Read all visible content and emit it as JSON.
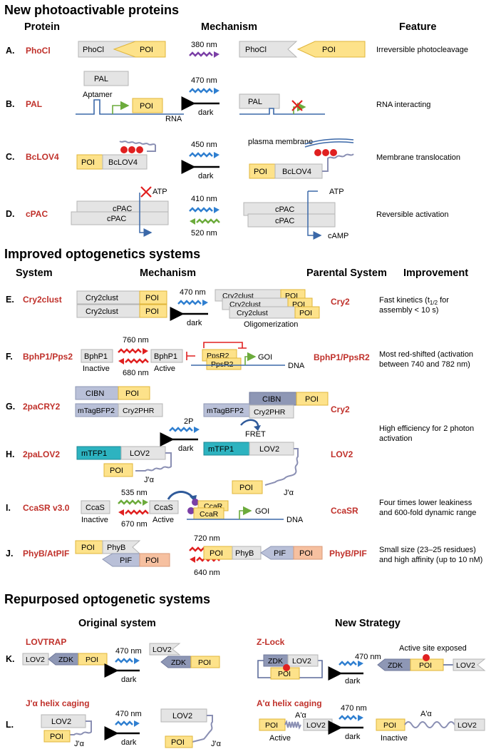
{
  "sections": {
    "new": "New photoactivable proteins",
    "improved": "Improved optogenetics systems",
    "repurposed": "Repurposed optogenetic systems"
  },
  "headers": {
    "protein": "Protein",
    "mechanism": "Mechanism",
    "feature": "Feature",
    "system": "System",
    "mechanism2": "Mechanism",
    "parental": "Parental System",
    "improvement": "Improvement",
    "original": "Original system",
    "new_strategy": "New Strategy"
  },
  "rows": {
    "A": {
      "letter": "A.",
      "name": "PhoCl",
      "feature": "Irreversible photocleavage",
      "light": "380 nm",
      "box1": "PhoCl",
      "poi": "POI"
    },
    "B": {
      "letter": "B.",
      "name": "PAL",
      "feature": "RNA interacting",
      "light": "470 nm",
      "dark": "dark",
      "pal": "PAL",
      "aptamer": "Aptamer",
      "poi": "POI",
      "rna": "RNA"
    },
    "C": {
      "letter": "C.",
      "name": "BcLOV4",
      "feature": "Membrane translocation",
      "light": "450 nm",
      "dark": "dark",
      "poi": "POI",
      "bclov4": "BcLOV4",
      "membrane": "plasma membrane"
    },
    "D": {
      "letter": "D.",
      "name": "cPAC",
      "feature": "Reversible activation",
      "light1": "410 nm",
      "light2": "520 nm",
      "cpac": "cPAC",
      "atp": "ATP",
      "camp": "cAMP"
    },
    "E": {
      "letter": "E.",
      "name": "Cry2clust",
      "parental": "Cry2",
      "light": "470 nm",
      "dark": "dark",
      "cry": "Cry2clust",
      "poi": "POI",
      "olig": "Oligomerization",
      "improvement_l1": "Fast kinetics (t",
      "improvement_sub": "1/2",
      "improvement_l1b": " for",
      "improvement_l2": "assembly < 10 s)"
    },
    "F": {
      "letter": "F.",
      "name": "BphP1/Pps2",
      "parental": "BphP1/PpsR2",
      "light1": "760 nm",
      "light2": "680 nm",
      "bphp1": "BphP1",
      "inactive": "Inactive",
      "active": "Active",
      "ppsr2": "PpsR2",
      "goi": "GOI",
      "dna": "DNA",
      "improvement_l1": "Most red-shifted (activation",
      "improvement_l2": "between 740 and 782 nm)"
    },
    "G": {
      "letter": "G.",
      "name": "2paCRY2",
      "parental": "Cry2",
      "cibn": "CIBN",
      "poi": "POI",
      "mtag": "mTagBFP2",
      "cry2phr": "Cry2PHR",
      "light": "2P",
      "dark": "dark",
      "fret": "FRET"
    },
    "GH": {
      "improvement_l1": "High efficiency for 2 photon",
      "improvement_l2": "activation"
    },
    "H": {
      "letter": "H.",
      "name": "2paLOV2",
      "parental": "LOV2",
      "mtfp": "mTFP1",
      "lov2": "LOV2",
      "poi": "POI",
      "ja": "J'α"
    },
    "I": {
      "letter": "I.",
      "name": "CcaSR v3.0",
      "parental": "CcaSR",
      "light1": "535 nm",
      "light2": "670 nm",
      "ccas": "CcaS",
      "inactive": "Inactive",
      "active": "Active",
      "ccar": "CcaR",
      "goi": "GOI",
      "dna": "DNA",
      "improvement_l1": "Four times lower leakiness",
      "improvement_l2": "and 600-fold dynamic range"
    },
    "J": {
      "letter": "J.",
      "name": "PhyB/AtPIF",
      "parental": "PhyB/PIF",
      "light1": "720 nm",
      "light2": "640 nm",
      "poi": "POI",
      "phyb": "PhyB",
      "pif": "PIF",
      "improvement_l1": "Small size (23–25 residues)",
      "improvement_l2": "and high affinity (up to 10 nM)"
    },
    "K": {
      "letter": "K.",
      "orig_name": "LOVTRAP",
      "new_name": "Z-Lock",
      "light": "470 nm",
      "dark": "dark",
      "lov2": "LOV2",
      "zdk": "ZDK",
      "poi": "POI",
      "exposed": "Active site exposed"
    },
    "L": {
      "letter": "L.",
      "orig_name": "J'α helix caging",
      "new_name": "A'α helix caging",
      "light": "470 nm",
      "dark": "dark",
      "lov2": "LOV2",
      "poi": "POI",
      "ja": "J'α",
      "aa": "A'α",
      "active": "Active",
      "inactive": "Inactive"
    }
  },
  "colors": {
    "red_label": "#c0312b",
    "poi": "#fde28a",
    "grey_box": "#e4e4e4",
    "blue_arrow": "#2f7fd0",
    "dna": "#3b68a8",
    "green_arrow": "#6cab3c",
    "purple_arrow": "#7b3fa6",
    "red_arrow": "#e02020"
  }
}
